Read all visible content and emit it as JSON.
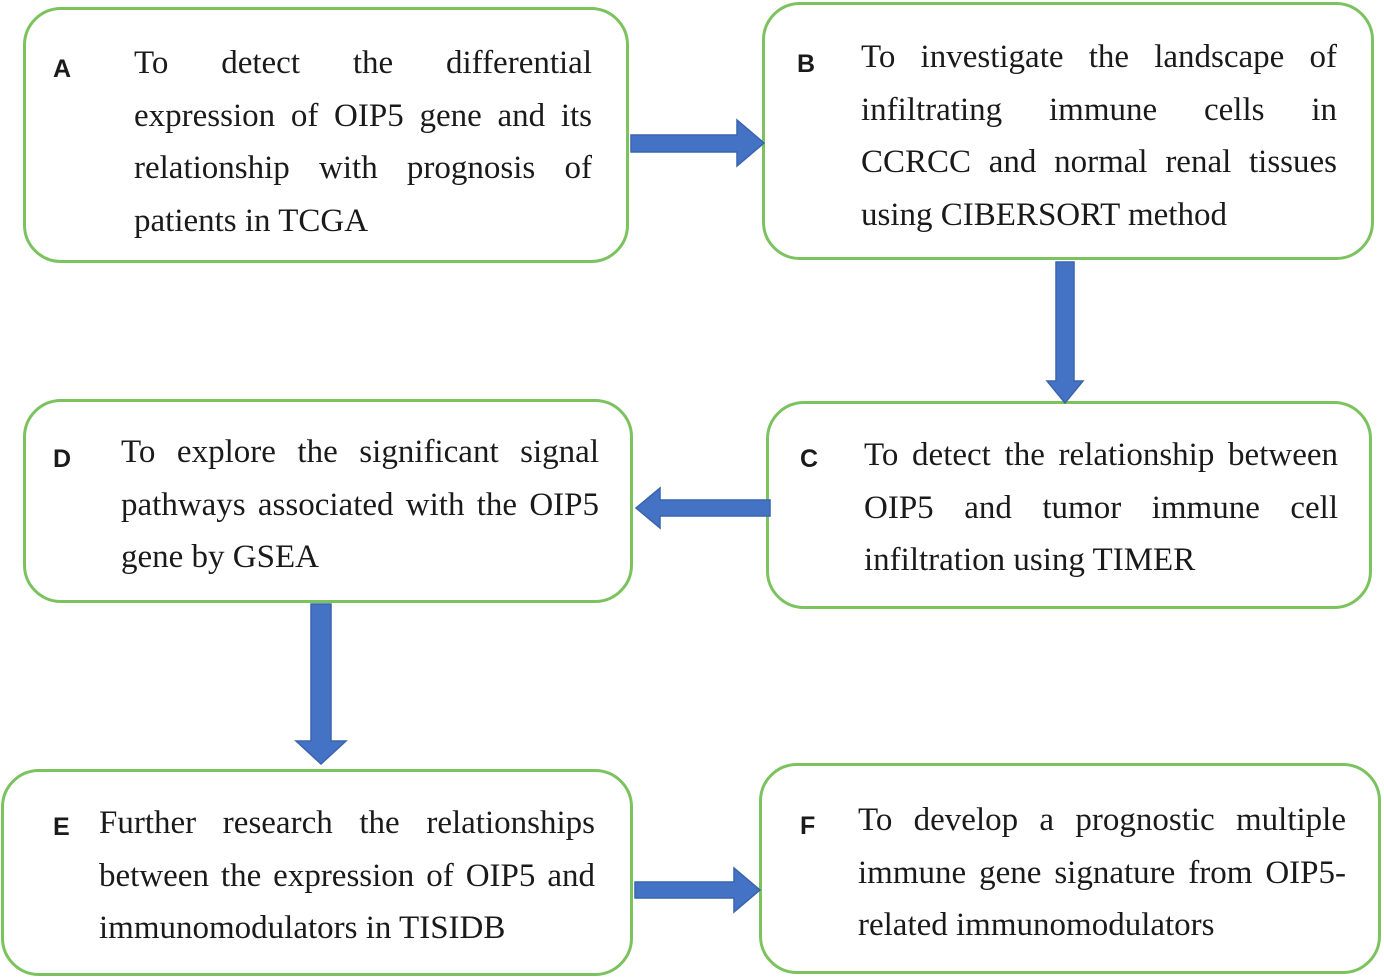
{
  "steps": {
    "a": {
      "letter": "A",
      "text": "To detect the differential expression of OIP5 gene and its relationship with prognosis of patients in TCGA"
    },
    "b": {
      "letter": "B",
      "text": "To investigate the landscape of infiltrating immune cells in CCRCC and normal renal tissues using CIBERSORT method"
    },
    "c": {
      "letter": "C",
      "text": "To detect the relationship between OIP5 and tumor immune cell infiltration using TIMER"
    },
    "d": {
      "letter": "D",
      "text": "To explore the significant signal pathways associated with the OIP5 gene by GSEA"
    },
    "e": {
      "letter": "E",
      "text": "Further research the relationships between the expression of OIP5 and immunomodulators in TISIDB"
    },
    "f": {
      "letter": "F",
      "text": "To develop a prognostic multiple immune gene signature from OIP5- related immunomodulators"
    }
  },
  "colors": {
    "box_border": "#7cc35f",
    "arrow_fill": "#4472c4",
    "text": "#1a1a1a"
  }
}
